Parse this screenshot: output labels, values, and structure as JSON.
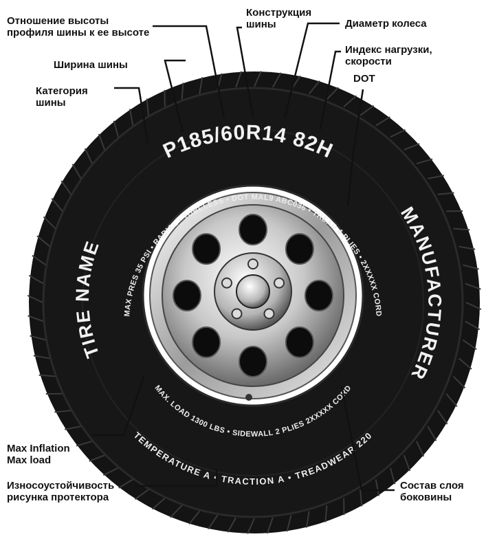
{
  "callouts": {
    "aspect_ratio": [
      "Отношение высоты",
      "профиля шины к ее высоте"
    ],
    "construction": [
      "Конструкция",
      "шины"
    ],
    "rim_diameter": [
      "Диаметр колеса"
    ],
    "load_speed_index": [
      "Индекс нагрузки,",
      "скорости"
    ],
    "dot": [
      "DOT"
    ],
    "width": [
      "Ширина шины"
    ],
    "category": [
      "Категория",
      "шины"
    ],
    "max_inflation_load": [
      "Max Inflation",
      "Max load"
    ],
    "treadwear": [
      "Износоустойчивость",
      "рисунка протектора"
    ],
    "sidewall_composition": [
      "Состав слоя",
      "боковины"
    ]
  },
  "sidewall": {
    "size_code": "P185/60R14 82H",
    "tire_name": "TIRE NAME",
    "manufacturer": "MANUFACTURER",
    "top_inner_ring": "MAX PRES 35 PSI • RADIAL • TUBELESS • DOT MAL9 ABC036 • TREAD 4 PLIES • 2XXXXX CORD",
    "bottom_inner_ring": "MAX. LOAD 1300 LBS • SIDEWALL 2 PLIES 2XXXXX CORD",
    "bottom_outer_ring": "TEMPERATURE A • TRACTION A • TREADWEAR 220"
  },
  "colors": {
    "tire": "#141414",
    "tread": "#1e1e1e",
    "sidewall_text": "#f2f2f2",
    "line": "#111111"
  }
}
